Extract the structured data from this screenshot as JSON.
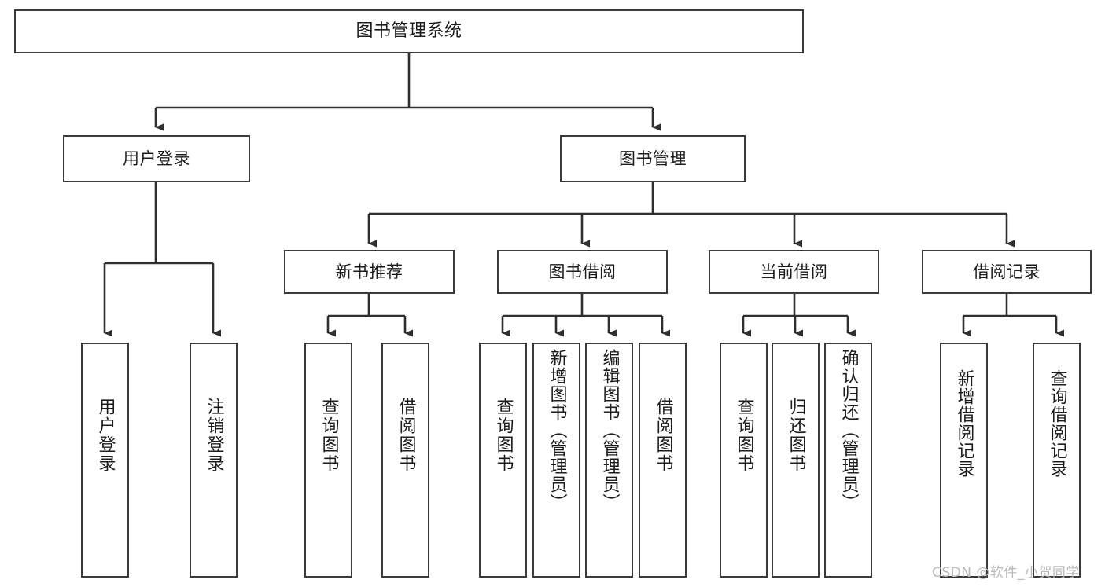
{
  "diagram": {
    "title": "图书管理系统",
    "type": "tree",
    "watermark": "CSDN @软件_小贺同学",
    "colors": {
      "node_border": "#3a3a3a",
      "node_fill": "#ffffff",
      "edge": "#2f2f2f",
      "text": "#1c1c1c",
      "watermark": "#b9b9b9"
    },
    "levels": [
      {
        "level": 1,
        "nodes": [
          {
            "id": "root",
            "label": "图书管理系统",
            "orientation": "horizontal"
          }
        ]
      },
      {
        "level": 2,
        "nodes": [
          {
            "id": "user-login",
            "label": "用户登录",
            "orientation": "horizontal",
            "parent": "root"
          },
          {
            "id": "book-manage",
            "label": "图书管理",
            "orientation": "horizontal",
            "parent": "root"
          }
        ]
      },
      {
        "level": 3,
        "nodes": [
          {
            "id": "new-book-rec",
            "label": "新书推荐",
            "orientation": "horizontal",
            "parent": "book-manage"
          },
          {
            "id": "book-borrow",
            "label": "图书借阅",
            "orientation": "horizontal",
            "parent": "book-manage"
          },
          {
            "id": "current-borrow",
            "label": "当前借阅",
            "orientation": "horizontal",
            "parent": "book-manage"
          },
          {
            "id": "borrow-record",
            "label": "借阅记录",
            "orientation": "horizontal",
            "parent": "book-manage"
          }
        ]
      },
      {
        "level": 4,
        "nodes": [
          {
            "id": "leaf-user-login",
            "label": "用户登录",
            "orientation": "vertical",
            "parent": "user-login"
          },
          {
            "id": "leaf-user-logout",
            "label": "注销登录",
            "orientation": "vertical",
            "parent": "user-login"
          },
          {
            "id": "leaf-query-book-1",
            "label": "查询图书",
            "orientation": "vertical",
            "parent": "new-book-rec"
          },
          {
            "id": "leaf-borrow-book-1",
            "label": "借阅图书",
            "orientation": "vertical",
            "parent": "new-book-rec"
          },
          {
            "id": "leaf-query-book-2",
            "label": "查询图书",
            "orientation": "vertical",
            "parent": "book-borrow"
          },
          {
            "id": "leaf-add-book",
            "label": "新增图书（管理员）",
            "orientation": "vertical",
            "parent": "book-borrow"
          },
          {
            "id": "leaf-edit-book",
            "label": "编辑图书（管理员）",
            "orientation": "vertical",
            "parent": "book-borrow"
          },
          {
            "id": "leaf-borrow-book-2",
            "label": "借阅图书",
            "orientation": "vertical",
            "parent": "book-borrow"
          },
          {
            "id": "leaf-query-book-3",
            "label": "查询图书",
            "orientation": "vertical",
            "parent": "current-borrow"
          },
          {
            "id": "leaf-return-book",
            "label": "归还图书",
            "orientation": "vertical",
            "parent": "current-borrow"
          },
          {
            "id": "leaf-confirm-return",
            "label": "确认归还（管理员）",
            "orientation": "vertical",
            "parent": "current-borrow"
          },
          {
            "id": "leaf-add-record",
            "label": "新增借阅记录",
            "orientation": "vertical",
            "parent": "borrow-record"
          },
          {
            "id": "leaf-query-record",
            "label": "查询借阅记录",
            "orientation": "vertical",
            "parent": "borrow-record"
          }
        ]
      }
    ]
  }
}
